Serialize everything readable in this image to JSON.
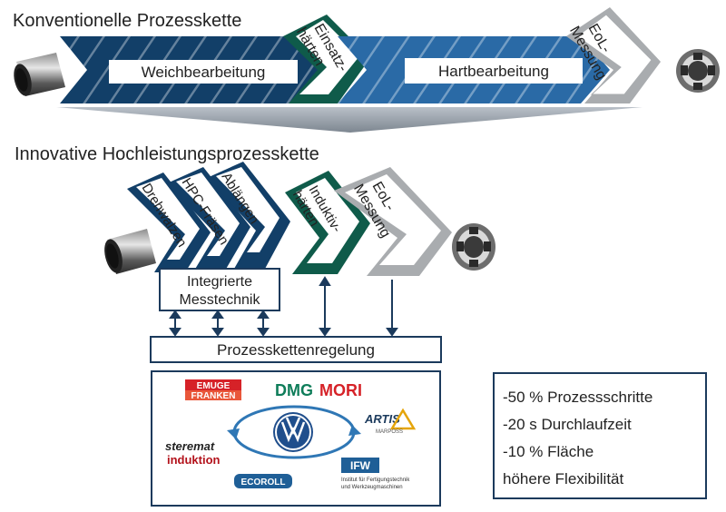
{
  "conventional": {
    "title": "Konventionelle Prozesskette",
    "soft_machining": "Weichbearbeitung",
    "case_hardening": [
      "Einsatz-",
      "härten"
    ],
    "hard_machining": "Hartbearbeitung",
    "eol": [
      "EoL-",
      "Messung"
    ]
  },
  "innovative": {
    "title": "Innovative Hochleistungsprozesskette",
    "steps": {
      "drehwalzen": "Drehwalzen",
      "hpc": "HPC-Fräsen",
      "ablaengen": "Ablängen",
      "induktiv": [
        "Induktiv-",
        "härten"
      ],
      "eol": [
        "EoL-",
        "Messung"
      ]
    },
    "integrated_measurement": [
      "Integrierte",
      "Messtechnik"
    ],
    "control": "Prozesskettenregelung"
  },
  "partners": {
    "emuge": [
      "EMUGE",
      "FRANKEN"
    ],
    "dmg": "DMG",
    "mori": "MORI",
    "artis": "ARTIS",
    "marposs": "MARPOSS",
    "steremat": [
      "steremat",
      "induktion"
    ],
    "vw": "VW",
    "ecoroll": "ECOROLL",
    "ifw": "IFW",
    "ifw_sub": [
      "Institut für Fertigungstechnik",
      "und Werkzeugmaschinen"
    ]
  },
  "results": [
    "-50 % Prozessschritte",
    "-20 s Durchlaufzeit",
    "-10 % Fläche",
    "höhere Flexibilität"
  ],
  "colors": {
    "dark_blue": "#123f68",
    "mid_blue": "#1f5f97",
    "light_blue": "#2f77b5",
    "green": "#0f5b4a",
    "gray": "#a9acaf",
    "arrow_gray": "#8e96a0",
    "red_logo": "#d62228",
    "dmg_green": "#0f7d5a"
  }
}
